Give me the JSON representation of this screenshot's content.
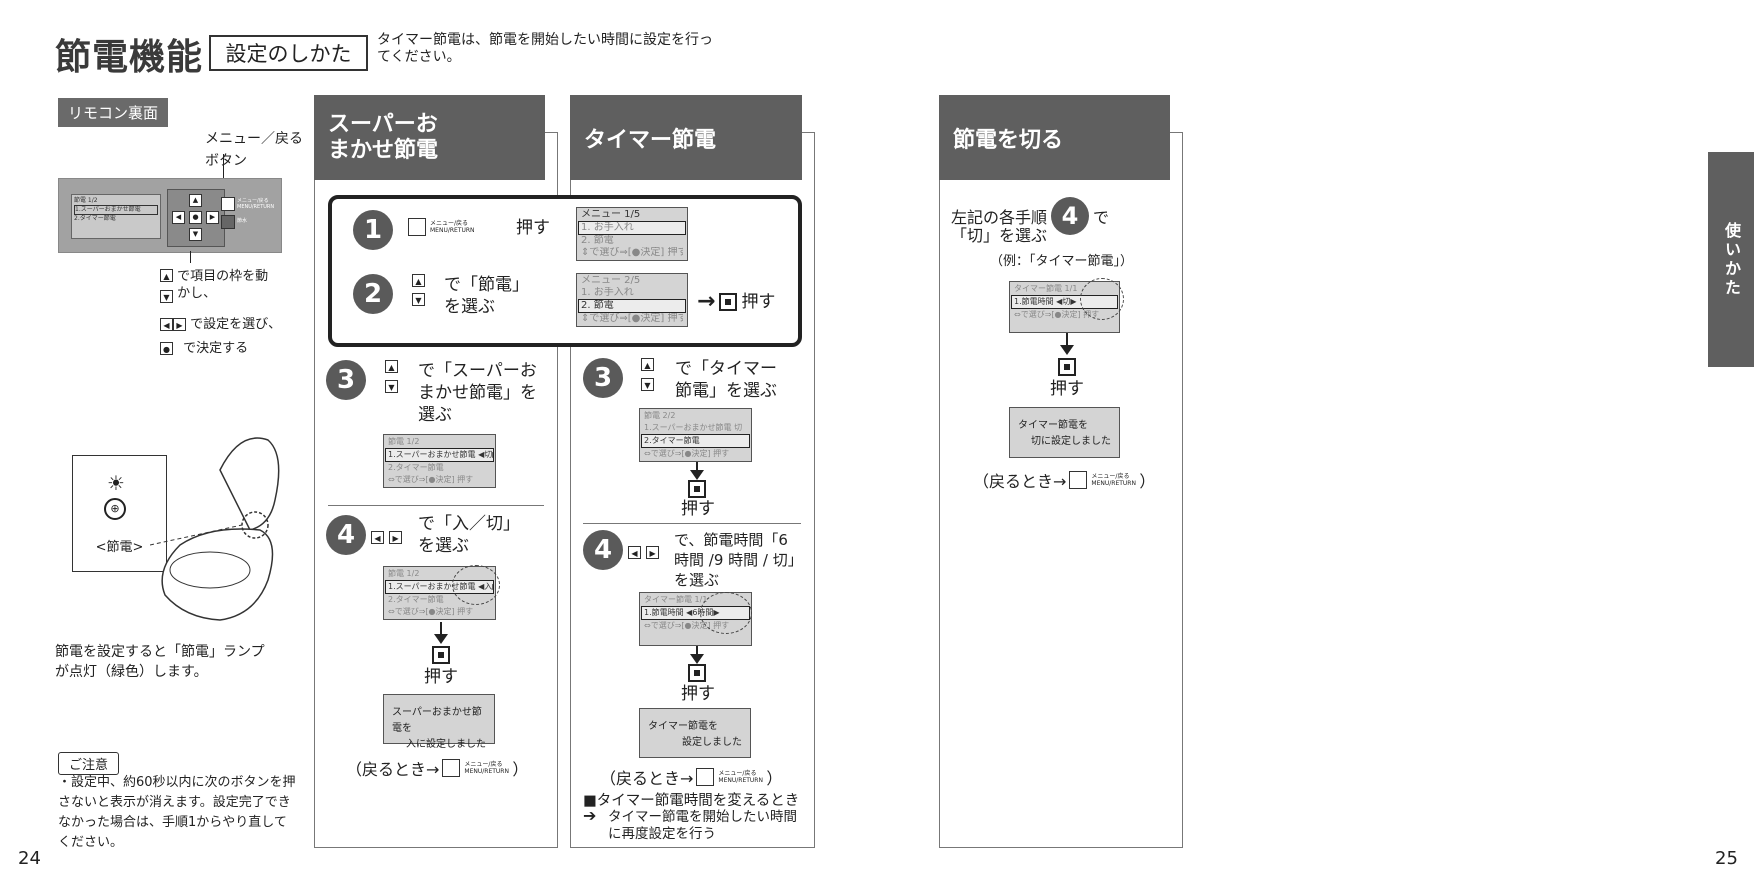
{
  "header": {
    "title": "節電機能",
    "subtitle_box": "設定のしかた",
    "description": "タイマー節電は、節電を開始したい時間に設定を行ってください。"
  },
  "left": {
    "remote_tag": "リモコン裏面",
    "menu_label": "メニュー／戻るボタン",
    "remote_lcd": [
      "節電 1/2",
      "1.スーパーおまかせ節電",
      "2.タイマー節電"
    ],
    "remote_btn_label": "メニュー/戻る MENU/RETURN",
    "remote_btn2_label": "節水",
    "legend_updown": "で項目の枠を動かし、",
    "legend_leftright": "で設定を選び、",
    "legend_enter": "で決定する",
    "lamp_label": "<節電>",
    "lamp_desc": "節電を設定すると「節電」ランプが点灯（緑色）します。",
    "note_tag": "ご注意",
    "note_text": "・設定中、約60秒以内に次のボタンを押さないと表示が消えます。設定完了できなかった場合は、手順1からやり直してください。",
    "page": "24"
  },
  "common": {
    "step1_num": "1",
    "step1_button": "メニュー/戻る MENU/RETURN",
    "step1_action": "押す",
    "step1_lcd": [
      "メニュー 1/5",
      "1. お手入れ",
      "2. 節電",
      "⇕で選び⇒[●決定] 押す"
    ],
    "step2_num": "2",
    "step2_text": "で「節電」を選ぶ",
    "step2_lcd": [
      "メニュー 2/5",
      "1. お手入れ",
      "2. 節電",
      "⇕で選び⇒[●決定] 押す"
    ],
    "step2_action": "押す",
    "step2_arrow": "→"
  },
  "col1": {
    "title": "スーパーおまかせ節電",
    "step3_num": "3",
    "step3_text": "で「スーパーおまかせ節電」を選ぶ",
    "step3_lcd": [
      "節電 1/2",
      "1.スーパーおまかせ節電 ◀切▶",
      "2.タイマー節電",
      "⇔で選び⇒[●決定] 押す"
    ],
    "step4_num": "4",
    "step4_text": "で「入／切」を選ぶ",
    "step4_lcd": [
      "節電 1/2",
      "1.スーパーおまかせ節電 ◀入▶",
      "2.タイマー節電",
      "⇔で選び⇒[●決定] 押す"
    ],
    "push": "押す",
    "msg": [
      "スーパーおまかせ節電を",
      "入に設定しました"
    ],
    "back_text": "（戻るとき→",
    "back_btn": "メニュー/戻る MENU/RETURN",
    "back_end": "）"
  },
  "col2": {
    "title": "タイマー節電",
    "step3_num": "3",
    "step3_text": "で「タイマー節電」を選ぶ",
    "step3_lcd": [
      "節電 2/2",
      "1.スーパーおまかせ節電 切",
      "2.タイマー節電",
      "⇔で選び⇒[●決定] 押す"
    ],
    "push1": "押す",
    "step4_num": "4",
    "step4_text": "で、節電時間「6 時間 /9 時間 / 切」を選ぶ",
    "step4_lcd": [
      "タイマー節電 1/1",
      "1.節電時間 ◀6時間▶",
      "",
      "⇔で選び⇒[●決定] 押す"
    ],
    "push2": "押す",
    "msg": [
      "タイマー節電を",
      "設定しました"
    ],
    "back_text": "（戻るとき→",
    "back_btn": "メニュー/戻る MENU/RETURN",
    "back_end": "）",
    "change_title": "■タイマー節電時間を変えるとき",
    "change_text": "タイマー節電を開始したい時間に再度設定を行う"
  },
  "col3": {
    "title": "節電を切る",
    "text1": "左記の各手順",
    "num": "4",
    "text2": "で",
    "text3": "「切」を選ぶ",
    "example": "（例：「タイマー節電」）",
    "lcd": [
      "タイマー節電 1/1",
      "1.節電時間 ◀切▶",
      "",
      "⇔で選び⇒[●決定] 押す"
    ],
    "push": "押す",
    "msg": [
      "タイマー節電を",
      "切に設定しました"
    ],
    "back_text": "（戻るとき→",
    "back_btn": "メニュー/戻る MENU/RETURN",
    "back_end": "）"
  },
  "right": {
    "sidetab": "使いかた",
    "page": "25"
  }
}
